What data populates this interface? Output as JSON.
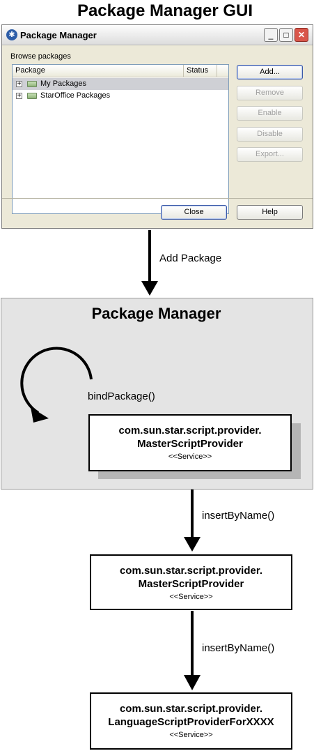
{
  "page_title": "Package Manager GUI",
  "dialog": {
    "title": "Package Manager",
    "window_controls": {
      "minimize": "_",
      "maximize": "□",
      "close": "✕"
    },
    "browse_label": "Browse packages",
    "columns": {
      "package": "Package",
      "status": "Status"
    },
    "rows": [
      {
        "label": "My Packages",
        "expander": "+",
        "selected": true
      },
      {
        "label": "StarOffice Packages",
        "expander": "+",
        "selected": false
      }
    ],
    "buttons": {
      "add": "Add...",
      "remove": "Remove",
      "enable": "Enable",
      "disable": "Disable",
      "export": "Export...",
      "close": "Close",
      "help": "Help"
    }
  },
  "flow": {
    "add_package": "Add Package",
    "container_title": "Package Manager",
    "bind_package": "bindPackage()",
    "insert_by_name_1": "insertByName()",
    "insert_by_name_2": "insertByName()",
    "service1": {
      "line1": "com.sun.star.script.provider.",
      "line2": "MasterScriptProvider",
      "stereotype": "<<Service>>"
    },
    "service2": {
      "line1": "com.sun.star.script.provider.",
      "line2": "MasterScriptProvider",
      "stereotype": "<<Service>>"
    },
    "service3": {
      "line1": "com.sun.star.script.provider.",
      "line2": "LanguageScriptProviderForXXXX",
      "stereotype": "<<Service>>"
    }
  },
  "colors": {
    "dialog_bg": "#ece9d8",
    "container_bg": "#e4e4e4",
    "selected_row": "#cfd0d5",
    "close_button": "#d9564a"
  },
  "icons": [
    "app-icon",
    "minimize-icon",
    "maximize-icon",
    "close-icon",
    "expand-icon",
    "package-icon",
    "circular-arrow-icon",
    "down-arrow-icon"
  ]
}
